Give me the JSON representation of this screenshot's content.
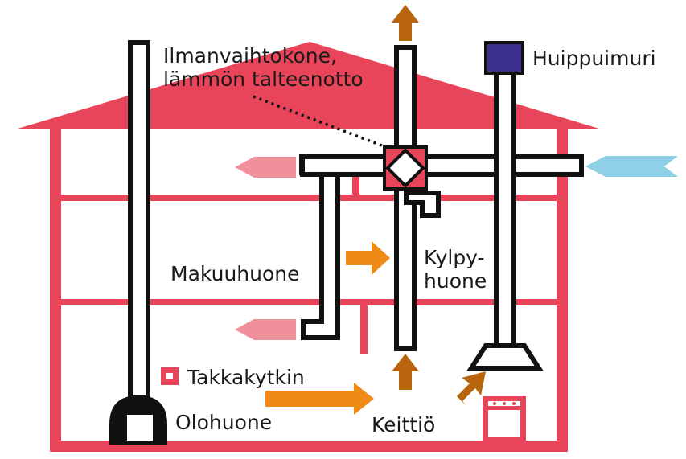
{
  "labels": {
    "ventilation_unit": [
      "Ilmanvaihtokone,",
      "lämmön talteenotto"
    ],
    "roof_fan": "Huippuimuri",
    "bedroom": "Makuuhuone",
    "bathroom": [
      "Kylpy-",
      "huone"
    ],
    "fireplace_damper": "Takkakytkin",
    "living_room": "Olohuone",
    "kitchen": "Keittiö"
  },
  "colors": {
    "house": "#e8455a",
    "duct_outline": "#111111",
    "duct_fill": "#ffffff",
    "roof_fan": "#3a2f8f",
    "supply_arrow": "#f08a16",
    "exhaust_arrow": "#b8650e",
    "return_arrow": "#f0909c",
    "intake_arrow": "#8fd0e6"
  }
}
